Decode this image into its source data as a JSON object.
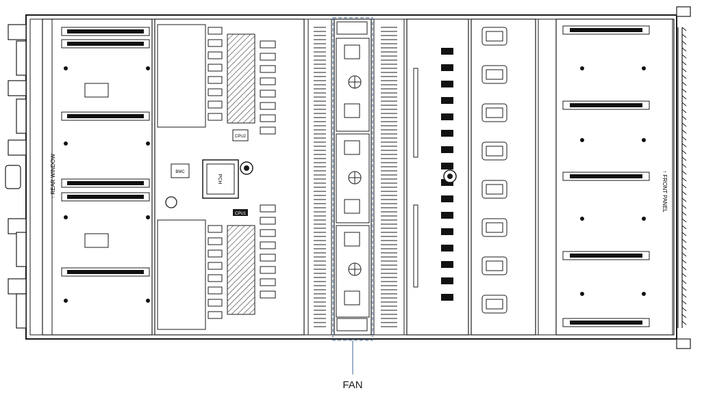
{
  "diagram": {
    "callout_label": "FAN",
    "rear_label": "↑ REAR WINDOW",
    "front_label": "↑ FRONT PANEL",
    "cpu1_label": "CPU1",
    "cpu2_label": "CPU2",
    "pch_label": "PCH",
    "bmc_label": "BMC",
    "colors": {
      "line": "#1a1a1a",
      "callout": "#5b7fa6",
      "fill": "#ffffff",
      "dark": "#111111"
    }
  }
}
